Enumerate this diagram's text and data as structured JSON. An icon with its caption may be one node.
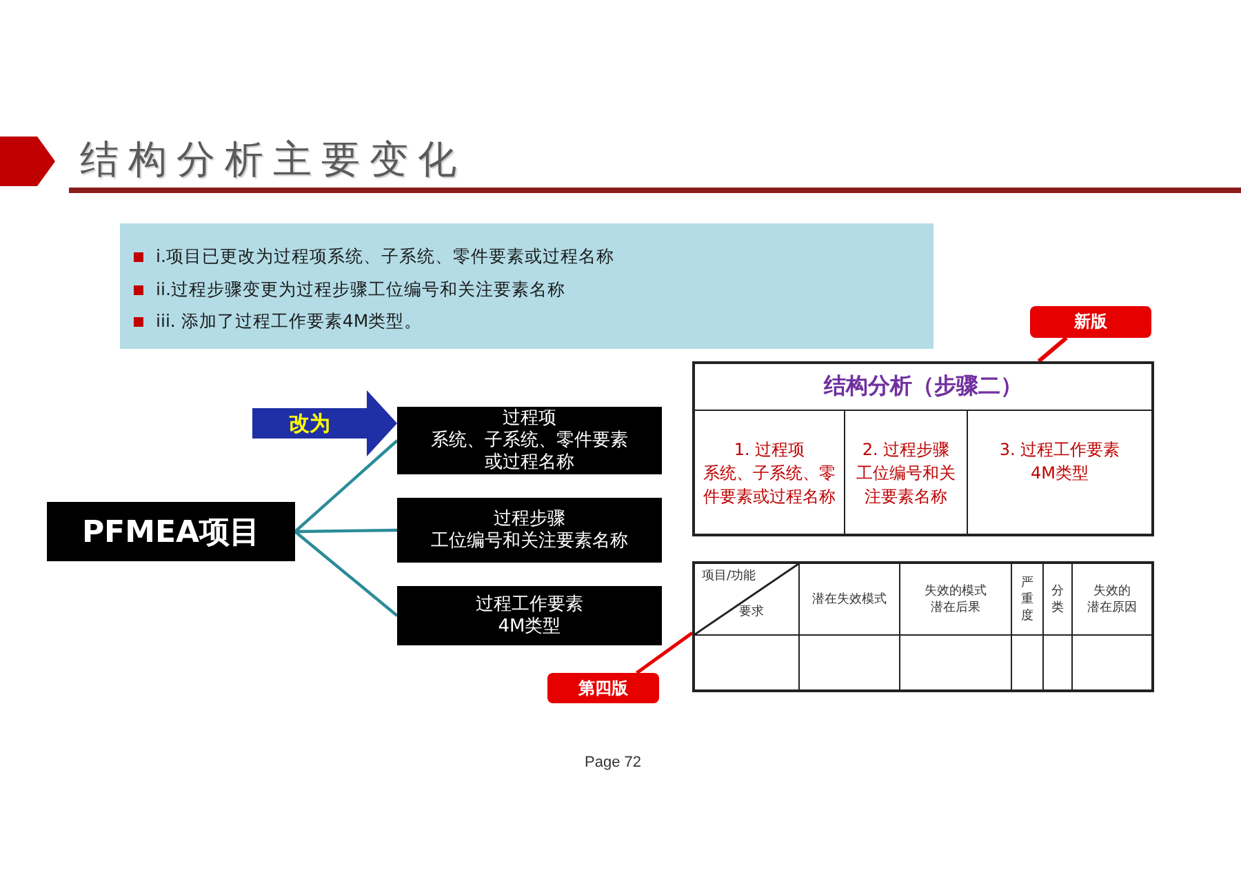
{
  "diagram": {
    "title": "结构分析主要变化",
    "nodes": [
      {
        "text": [
          "i.项目已更改为过程项系统、子系统、零件要素或过程名称",
          "ii.过程步骤变更为过程步骤工位编号和关注要素名称",
          "iii. 添加了过程工作要素4M类型。"
        ]
      },
      {
        "text": [
          "PFMEA项目"
        ]
      },
      {
        "text": [
          "过程项",
          "系统、子系统、零件要素或过程名称"
        ]
      },
      {
        "text": [
          "过程步骤",
          "工位编号和关注要素名称"
        ]
      },
      {
        "text": [
          "过程工作要素",
          "4M类型"
        ]
      },
      {
        "text": [
          "新版"
        ]
      },
      {
        "text": [
          "结构分析（步骤二）"
        ]
      },
      {
        "text": [
          "1. 过程项",
          "系统、子系统、零件要素或过程名称"
        ],
        "in": 6
      },
      {
        "text": [
          "2. 过程步骤",
          "工位编号和关注要素名称"
        ],
        "in": 6
      },
      {
        "text": [
          "3. 过程工作要素",
          "4M类型"
        ],
        "in": 6
      },
      {
        "text": [],
        "shape": "box"
      },
      {
        "text": [
          "项目/功能",
          "要求"
        ],
        "in": 10
      },
      {
        "text": [
          "潜在失效模式"
        ],
        "in": 10
      },
      {
        "text": [
          "失效的模式",
          "潜在后果"
        ],
        "in": 10
      },
      {
        "text": [
          "严重度"
        ],
        "in": 10
      },
      {
        "text": [
          "分类"
        ],
        "in": 10
      },
      {
        "text": [
          "失效的",
          "潜在原因"
        ],
        "in": 10
      },
      {
        "text": [],
        "shape": "box",
        "in": 10
      },
      {
        "text": [],
        "shape": "box",
        "in": 10
      },
      {
        "text": [],
        "shape": "box",
        "in": 10
      },
      {
        "text": [],
        "shape": "box",
        "in": 10
      },
      {
        "text": [],
        "shape": "box",
        "in": 10
      },
      {
        "text": [],
        "shape": "box",
        "in": 10
      },
      {
        "text": [
          "第四版"
        ]
      }
    ],
    "edges": [
      {
        "from": 1,
        "to": 2,
        "arrow": "none"
      },
      {
        "from": 1,
        "to": 3,
        "arrow": "none"
      },
      {
        "from": 1,
        "to": 4,
        "arrow": "none"
      },
      {
        "from": null,
        "to": 2,
        "arrow": "to",
        "label": "改为",
        "style": "thick",
        "color": "#1f2fa6"
      },
      {
        "from": 5,
        "to": 6,
        "arrow": "none",
        "color": "#e60000"
      },
      {
        "from": 23,
        "to": 10,
        "arrow": "none",
        "color": "#e60000"
      }
    ],
    "labels": [
      "Page 72"
    ]
  }
}
